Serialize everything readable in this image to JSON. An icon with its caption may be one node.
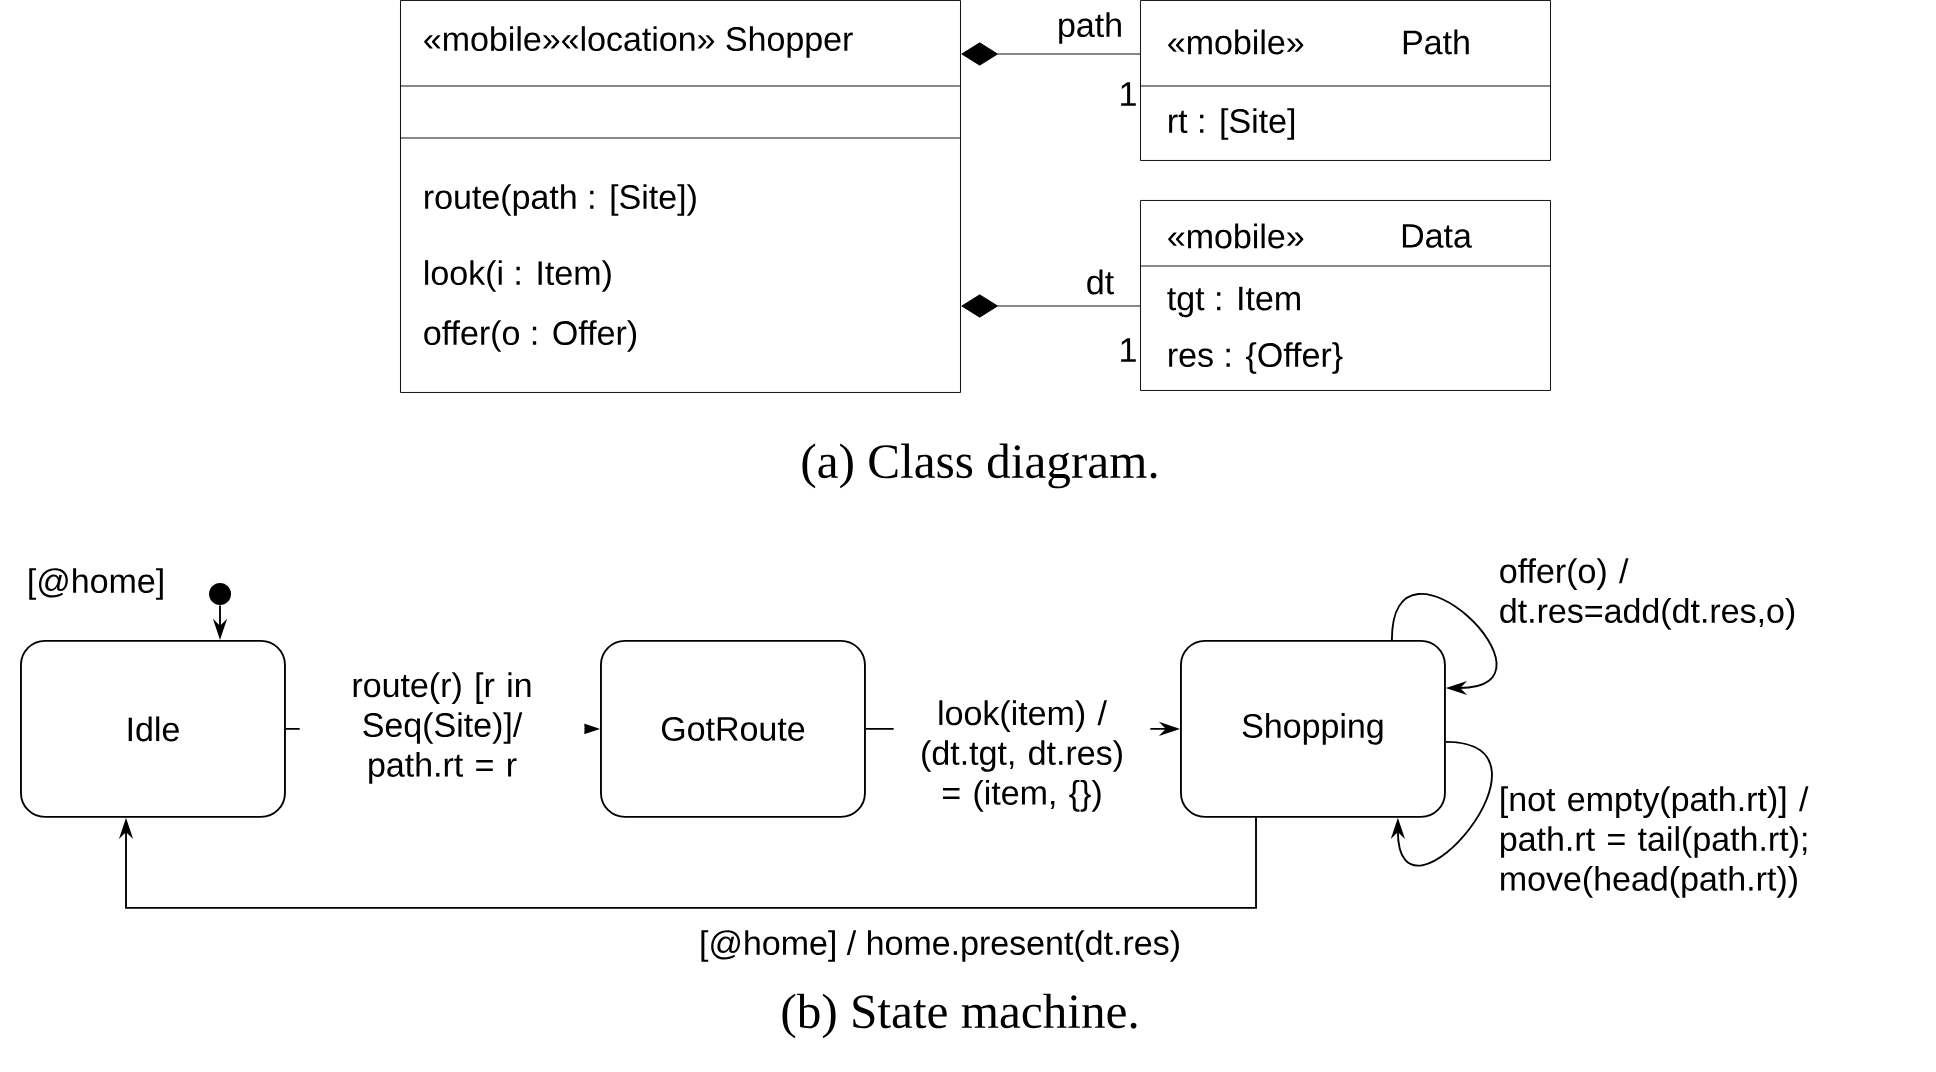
{
  "diagram": {
    "nodes": [
      {
        "text": [
          "«mobile»«location» Shopper",
          "route(path : [Site])",
          "look(i : Item)",
          "offer(o : Offer)"
        ]
      },
      {
        "text": [
          "«mobile»",
          "Path",
          "rt : [Site]"
        ]
      },
      {
        "text": [
          "«mobile»",
          "Data",
          "tgt : Item",
          "res : {Offer}"
        ]
      },
      {
        "text": [],
        "shape": "circle"
      },
      {
        "text": [
          "Idle"
        ]
      },
      {
        "text": [
          "GotRoute"
        ]
      },
      {
        "text": [
          "Shopping"
        ]
      }
    ],
    "edges": [
      {
        "from": 1,
        "to": 0,
        "arrow": "other",
        "label": "path"
      },
      {
        "from": 2,
        "to": 0,
        "arrow": "other",
        "label": "dt"
      },
      {
        "from": 3,
        "to": 4,
        "arrow": "to",
        "label": "[@home]"
      },
      {
        "from": 4,
        "to": 5,
        "arrow": "to",
        "label": "route(r) [r in Seq(Site)]/ path.rt = r"
      },
      {
        "from": 5,
        "to": 6,
        "arrow": "to",
        "label": "look(item) / (dt.tgt, dt.res) = (item, {})"
      },
      {
        "from": 6,
        "to": 6,
        "arrow": "to",
        "label": "offer(o) / dt.res=add(dt.res,o)"
      },
      {
        "from": 6,
        "to": 6,
        "arrow": "to",
        "label": "[not empty(path.rt)] / path.rt = tail(path.rt); move(head(path.rt))"
      },
      {
        "from": 6,
        "to": 4,
        "arrow": "to",
        "label": "[@home] / home.present(dt.res)"
      }
    ],
    "labels": [
      "1",
      "1",
      "(a) Class diagram.",
      "(b) State machine."
    ]
  }
}
